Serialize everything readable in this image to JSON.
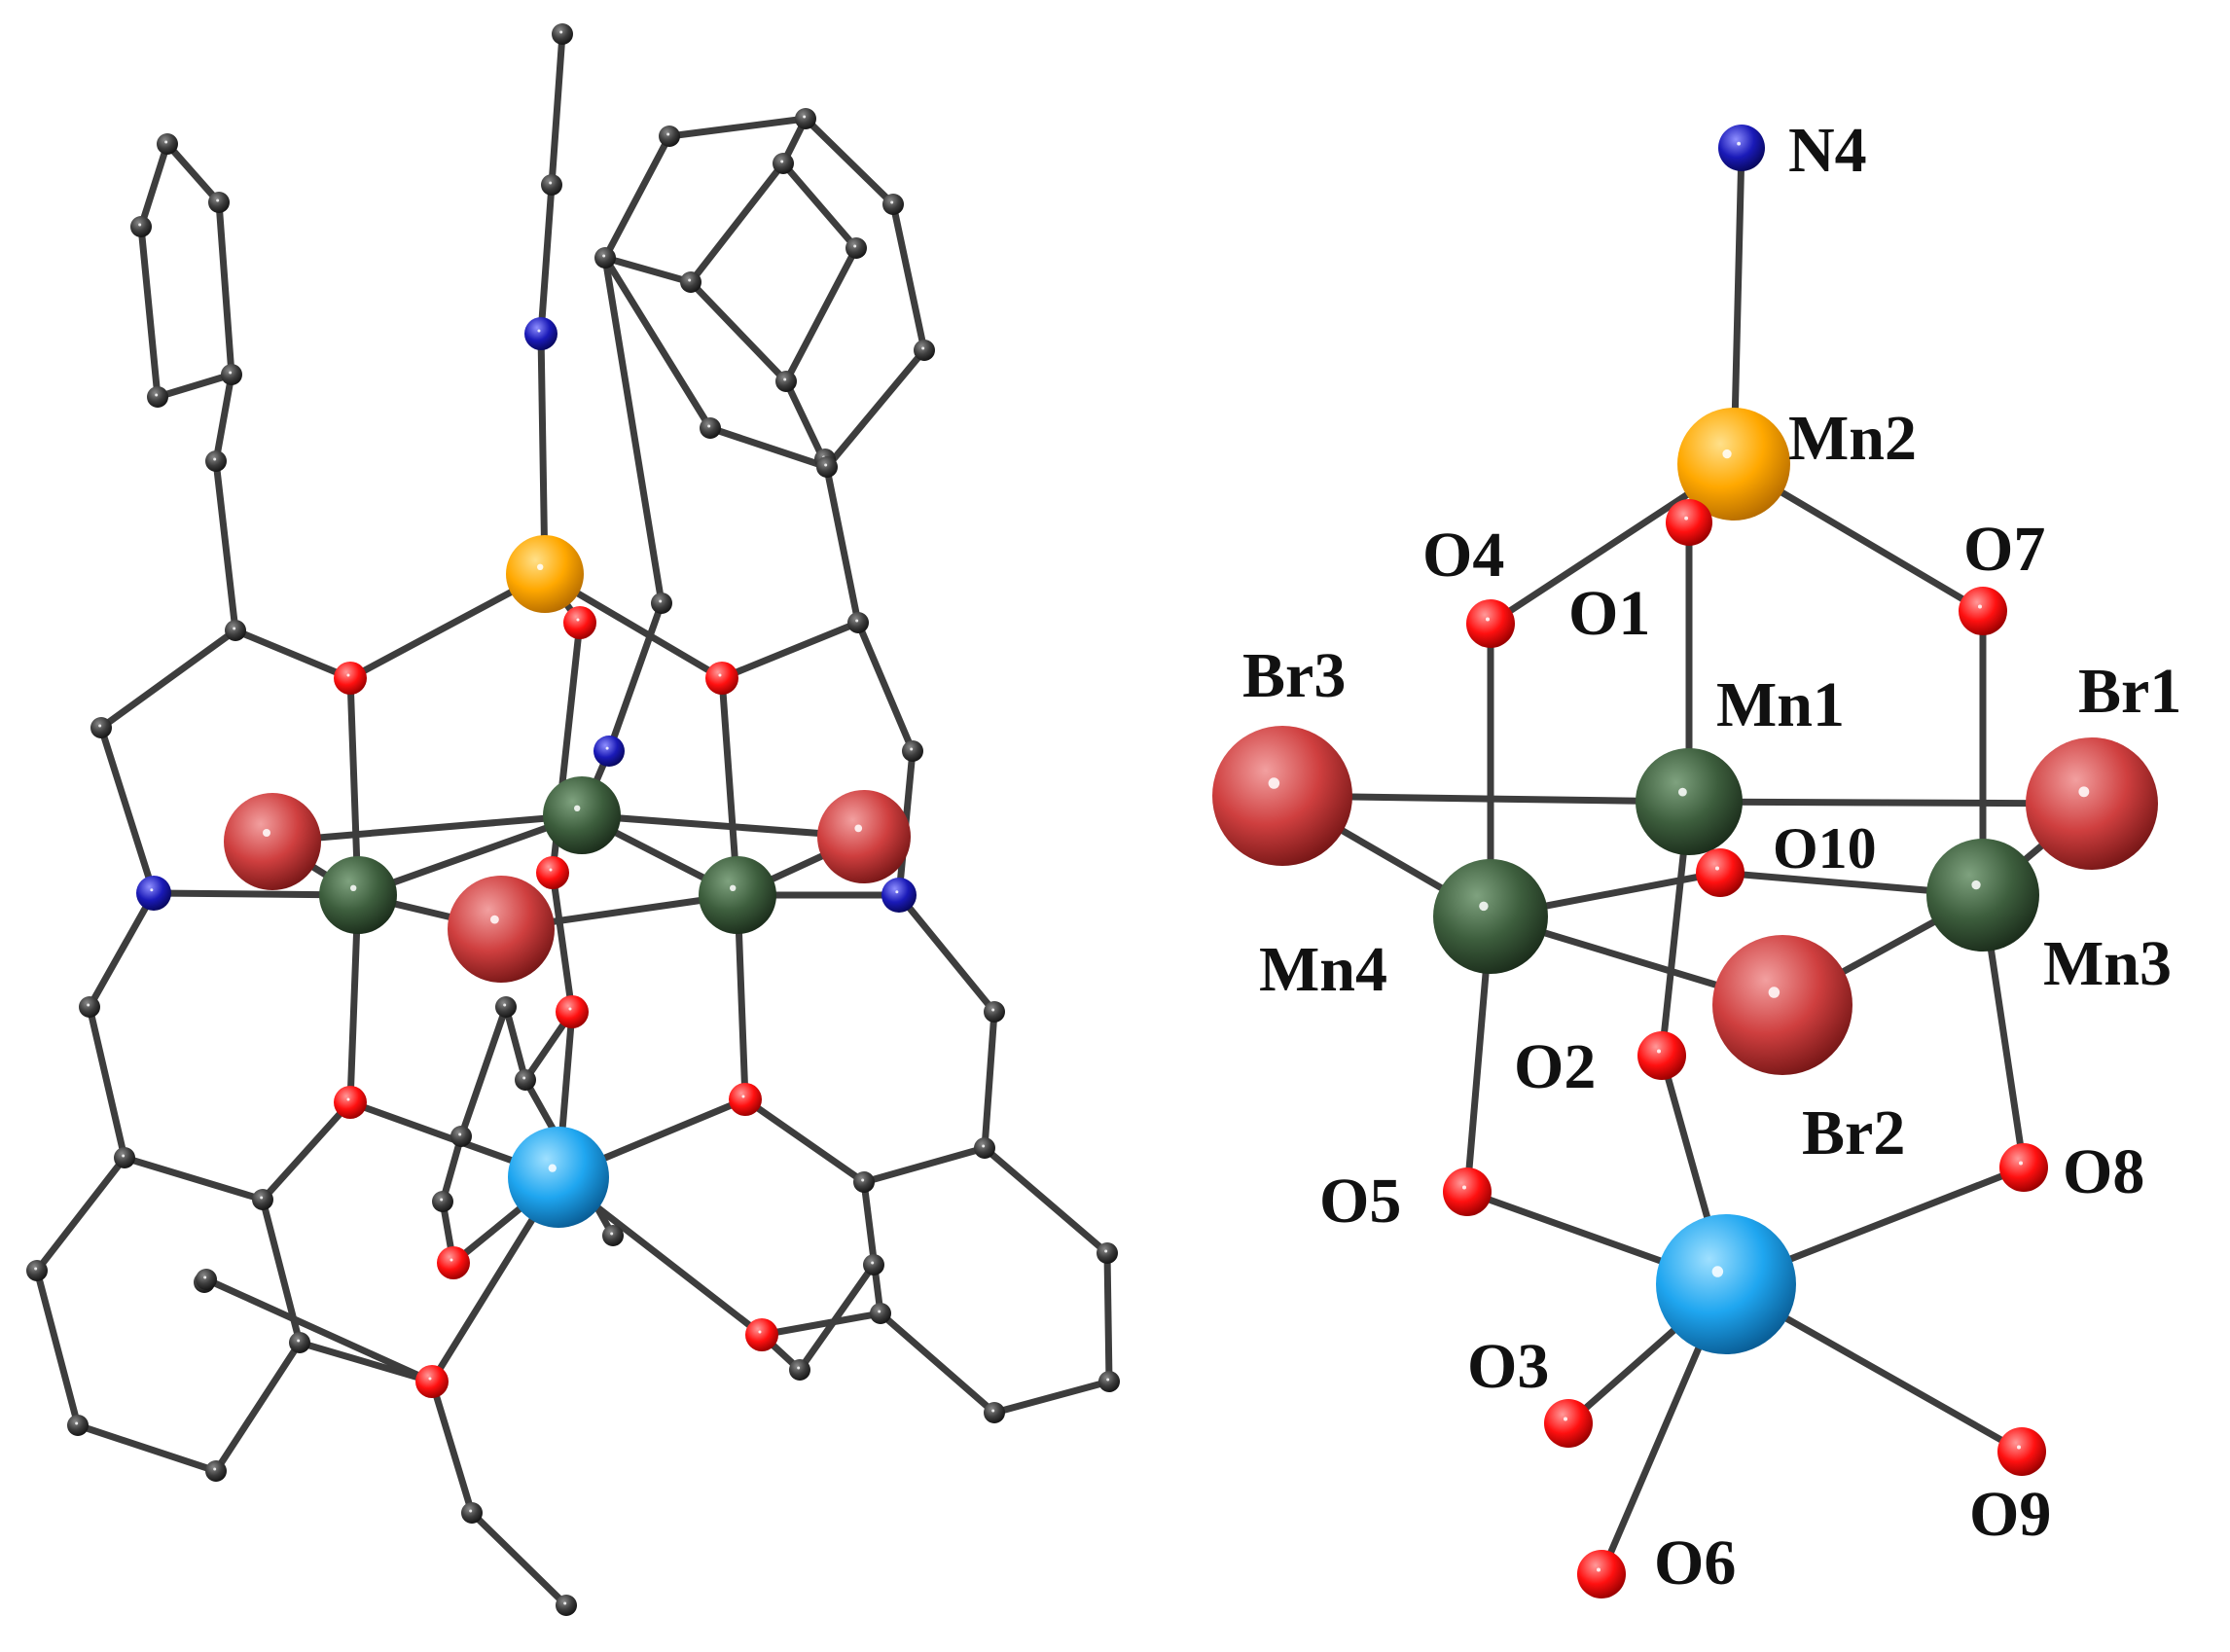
{
  "colors": {
    "mn_green": "#3d5e3d",
    "mn_orange": "#ffa800",
    "mn_blue": "#1fa6f0",
    "bromine": "#cf3f3f",
    "oxygen": "#ff1010",
    "nitrogen": "#1a1ab8",
    "carbon": "#3d3d3d",
    "bond": "#3d3d3d"
  },
  "atom_labels": {
    "N4": "N4",
    "Mn2": "Mn2",
    "O4": "O4",
    "O1": "O1",
    "O7": "O7",
    "Br3": "Br3",
    "Mn1": "Mn1",
    "Br1": "Br1",
    "O10": "O10",
    "Mn4": "Mn4",
    "Mn3": "Mn3",
    "O2": "O2",
    "Br2": "Br2",
    "O5": "O5",
    "O8": "O8",
    "O3": "O3",
    "O9": "O9",
    "O6": "O6"
  }
}
